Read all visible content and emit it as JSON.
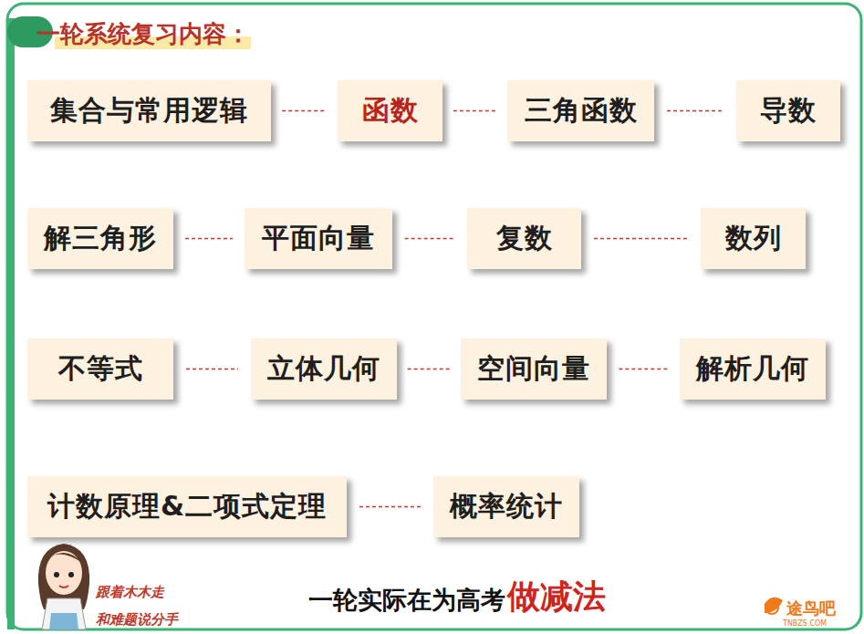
{
  "diagram": {
    "title": "一轮系统复习内容：",
    "nodes": [
      {
        "text": [
          "集合与常用逻辑"
        ]
      },
      {
        "text": [
          "函数"
        ]
      },
      {
        "text": [
          "三角函数"
        ]
      },
      {
        "text": [
          "导数"
        ]
      },
      {
        "text": [
          "解三角形"
        ]
      },
      {
        "text": [
          "平面向量"
        ]
      },
      {
        "text": [
          "复数"
        ]
      },
      {
        "text": [
          "数列"
        ]
      },
      {
        "text": [
          "不等式"
        ]
      },
      {
        "text": [
          "立体几何"
        ]
      },
      {
        "text": [
          "空间向量"
        ]
      },
      {
        "text": [
          "解析几何"
        ]
      },
      {
        "text": [
          "计数原理&二项式定理"
        ]
      },
      {
        "text": [
          "概率统计"
        ]
      }
    ],
    "edges": [
      {
        "from": 0,
        "to": 1,
        "arrow": "none"
      },
      {
        "from": 1,
        "to": 2,
        "arrow": "none"
      },
      {
        "from": 2,
        "to": 3,
        "arrow": "none"
      },
      {
        "from": 4,
        "to": 5,
        "arrow": "none"
      },
      {
        "from": 5,
        "to": 6,
        "arrow": "none"
      },
      {
        "from": 6,
        "to": 7,
        "arrow": "none"
      },
      {
        "from": 8,
        "to": 9,
        "arrow": "none"
      },
      {
        "from": 9,
        "to": 10,
        "arrow": "none"
      },
      {
        "from": 10,
        "to": 11,
        "arrow": "none"
      },
      {
        "from": 12,
        "to": 13,
        "arrow": "none"
      }
    ],
    "labels": [
      "跟着木木走",
      "和难题说分手",
      "一轮实际在为高考",
      "做减法",
      "途鸟吧",
      "TNBZS.COM"
    ]
  }
}
